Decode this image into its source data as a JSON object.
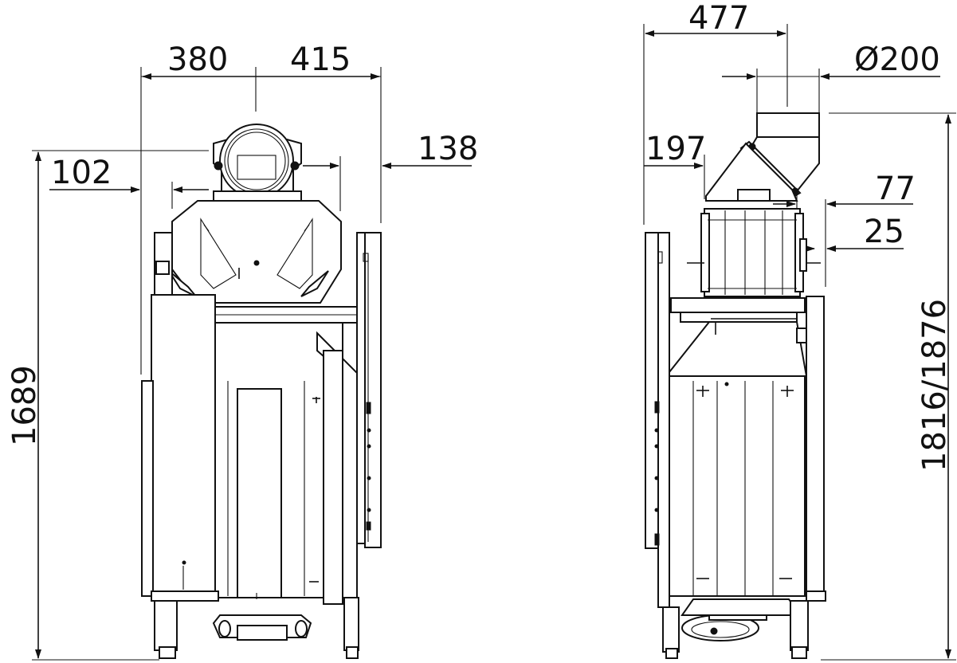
{
  "dimensions": {
    "front_width_left": "380",
    "front_width_right": "415",
    "front_offset_right": "138",
    "front_offset_left": "102",
    "front_height": "1689",
    "side_depth": "477",
    "side_flue_diameter": "Ø200",
    "side_offset": "197",
    "side_offset_77": "77",
    "side_offset_25": "25",
    "side_height": "1816/1876"
  }
}
